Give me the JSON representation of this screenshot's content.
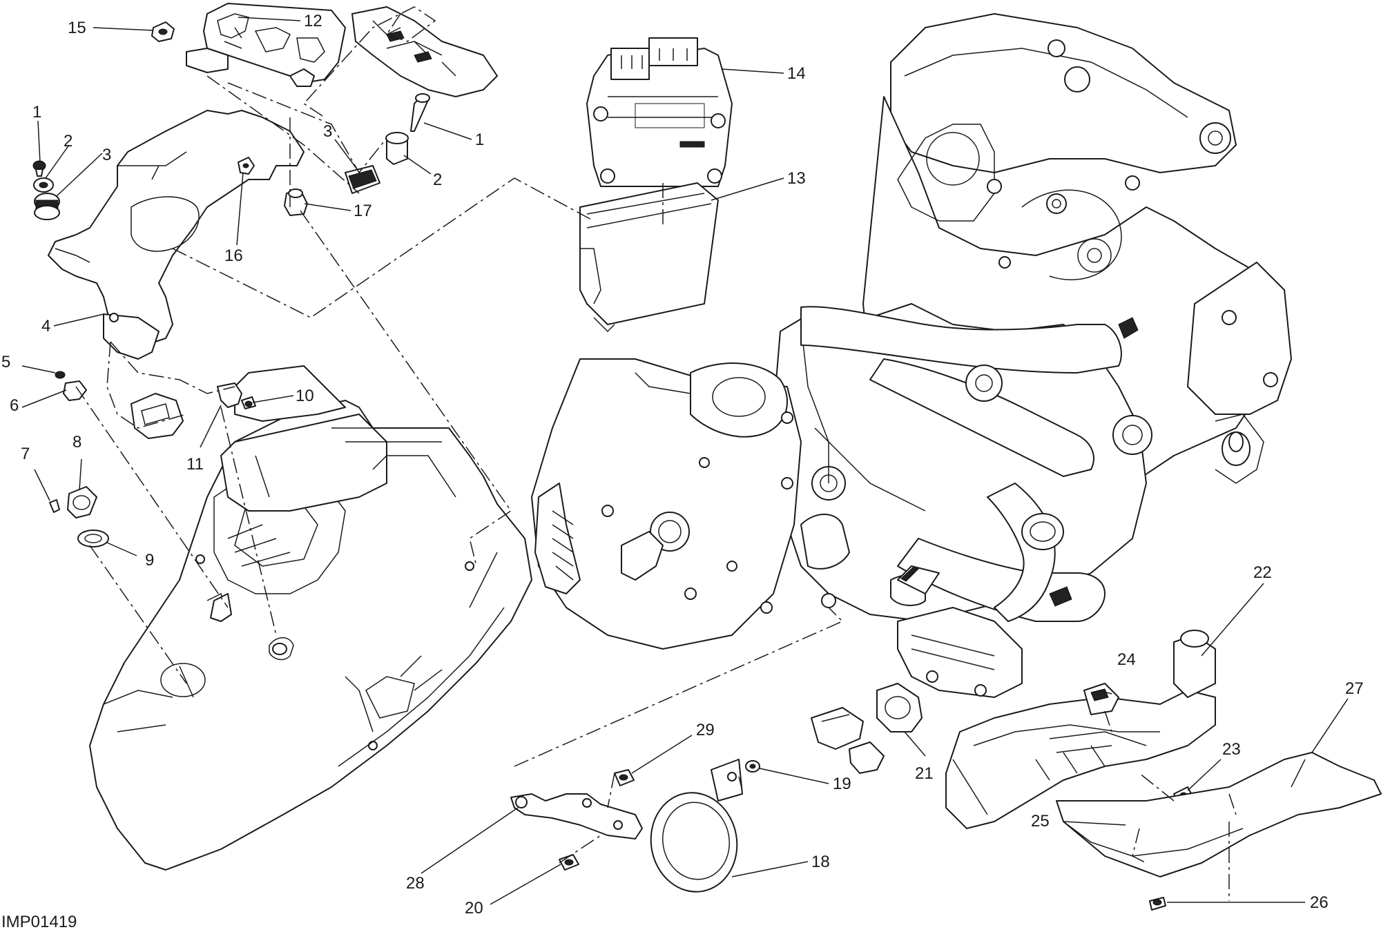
{
  "diagram": {
    "reference_code": "IMP01419",
    "callouts": [
      {
        "id": "c15",
        "text": "15"
      },
      {
        "id": "c12",
        "text": "12"
      },
      {
        "id": "c14",
        "text": "14"
      },
      {
        "id": "c1a",
        "text": "1"
      },
      {
        "id": "c2a",
        "text": "2"
      },
      {
        "id": "c3a",
        "text": "3"
      },
      {
        "id": "c1b",
        "text": "1"
      },
      {
        "id": "c3b",
        "text": "3"
      },
      {
        "id": "c2b",
        "text": "2"
      },
      {
        "id": "c13",
        "text": "13"
      },
      {
        "id": "c16",
        "text": "16"
      },
      {
        "id": "c17",
        "text": "17"
      },
      {
        "id": "c4",
        "text": "4"
      },
      {
        "id": "c5",
        "text": "5"
      },
      {
        "id": "c6",
        "text": "6"
      },
      {
        "id": "c10",
        "text": "10"
      },
      {
        "id": "c11",
        "text": "11"
      },
      {
        "id": "c7",
        "text": "7"
      },
      {
        "id": "c8",
        "text": "8"
      },
      {
        "id": "c9",
        "text": "9"
      },
      {
        "id": "c22",
        "text": "22"
      },
      {
        "id": "c24",
        "text": "24"
      },
      {
        "id": "c27",
        "text": "27"
      },
      {
        "id": "c23",
        "text": "23"
      },
      {
        "id": "c21",
        "text": "21"
      },
      {
        "id": "c29",
        "text": "29"
      },
      {
        "id": "c19",
        "text": "19"
      },
      {
        "id": "c25",
        "text": "25"
      },
      {
        "id": "c28",
        "text": "28"
      },
      {
        "id": "c18",
        "text": "18"
      },
      {
        "id": "c20",
        "text": "20"
      },
      {
        "id": "c26",
        "text": "26"
      }
    ]
  }
}
